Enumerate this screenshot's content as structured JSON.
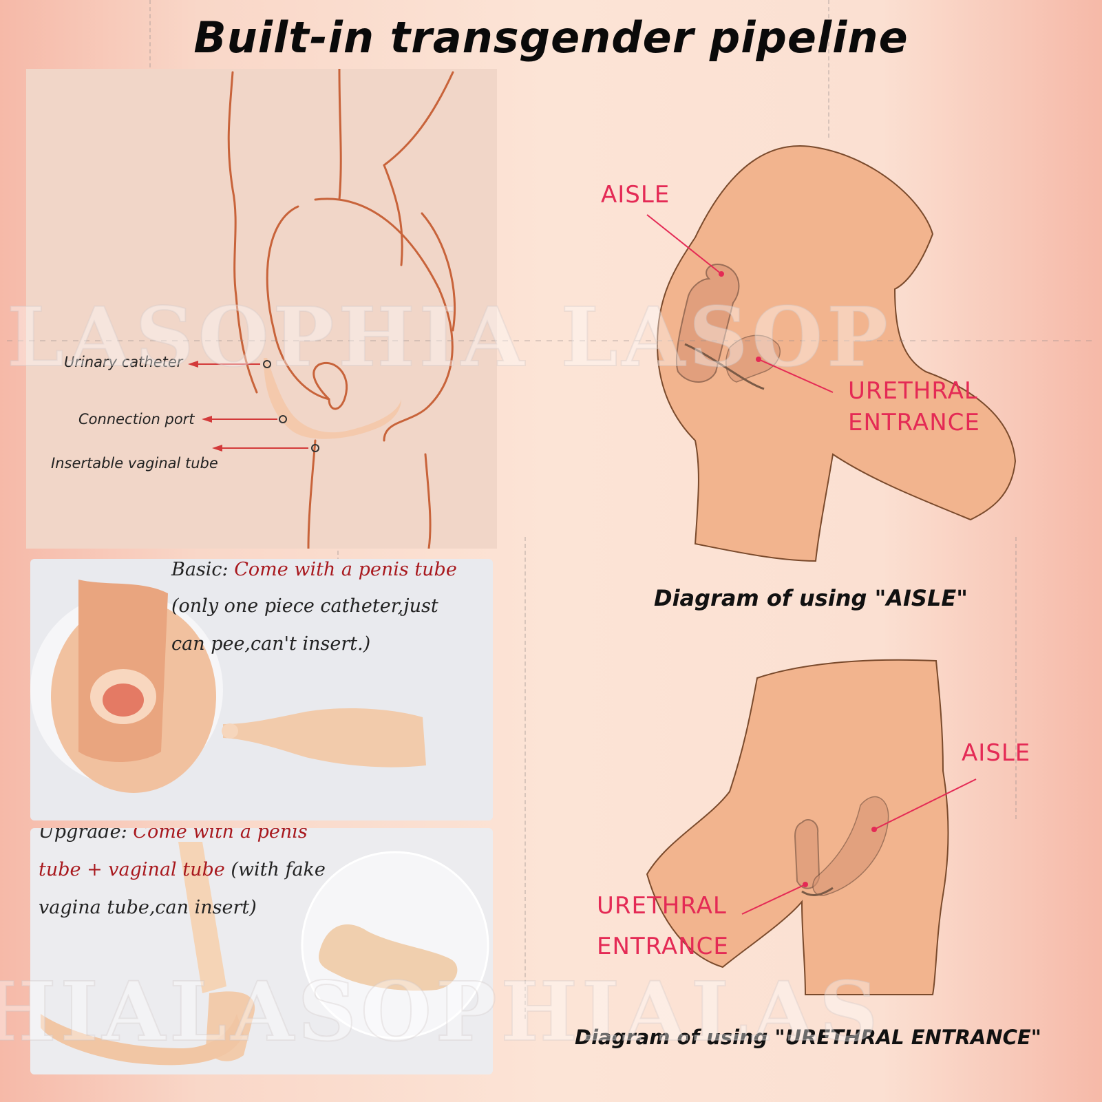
{
  "title": "Built-in transgender pipeline",
  "watermark_row1": "LASOPHIA LASOP",
  "watermark_row2": "HIALASOPHIALAS",
  "anatomy_panel": {
    "labels": [
      "Urinary catheter",
      "Connection port",
      "Insertable vaginal tube"
    ]
  },
  "basic_panel": {
    "prefix": "Basic:",
    "highlight": "Come with a penis tube",
    "line2": "(only one piece catheter,just",
    "line3": "can pee,can't insert.)"
  },
  "upgrade_panel": {
    "prefix": "Upgrade:",
    "highlight1": "Come with a penis",
    "highlight2": "tube + vaginal tube",
    "note": "(with fake",
    "line3": "vagina tube,can insert)"
  },
  "diagram_top": {
    "aisle": "AISLE",
    "urethral_line1": "URETHRAL",
    "urethral_line2": "ENTRANCE",
    "caption": "Diagram of using \"AISLE\""
  },
  "diagram_bottom": {
    "aisle": "AISLE",
    "urethral_line1": "URETHRAL",
    "urethral_line2": "ENTRANCE",
    "caption": "Diagram of using  \"URETHRAL  ENTRANCE\""
  },
  "colors": {
    "title": "#0a0a0a",
    "callout_pink": "#e42a55",
    "emphasis_red": "#a8181d",
    "skin": "#f2b895",
    "outline": "#c8633a"
  }
}
